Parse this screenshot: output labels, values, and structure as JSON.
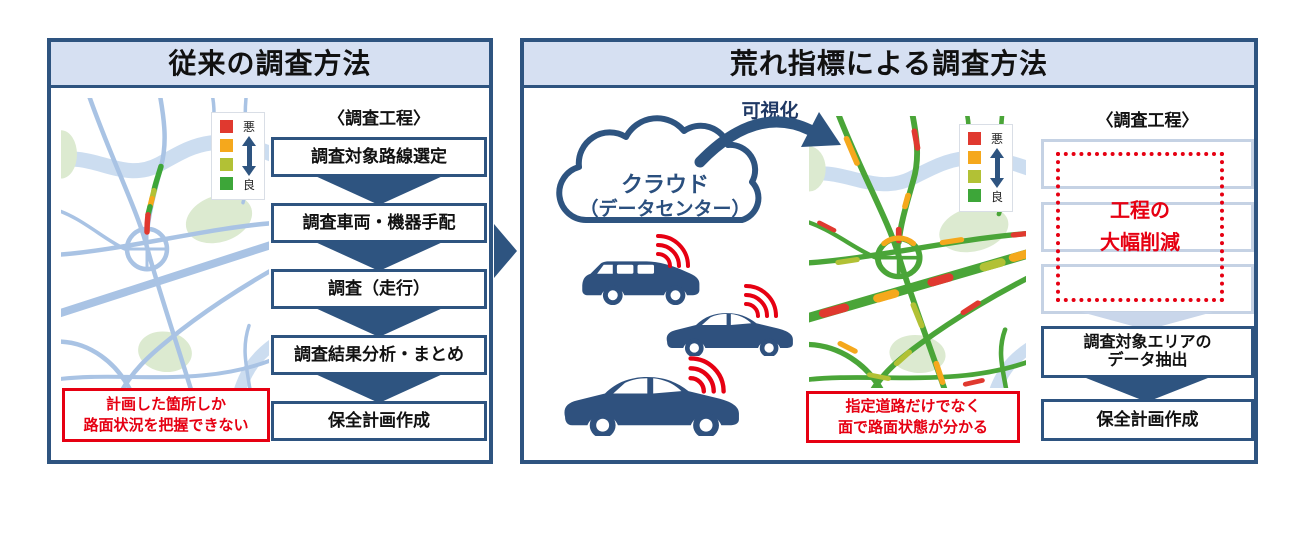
{
  "diagram": {
    "left": {
      "title": "従来の調査方法",
      "process_heading": "〈調査工程〉",
      "steps": [
        "調査対象路線選定",
        "調査車両・機器手配",
        "調査（走行）",
        "調査結果分析・まとめ",
        "保全計画作成"
      ],
      "note_line1": "計画した箇所しか",
      "note_line2": "路面状況を把握できない"
    },
    "right": {
      "title": "荒れ指標による調査方法",
      "visualization_label": "可視化",
      "cloud_line1": "クラウド",
      "cloud_line2": "（データセンター）",
      "process_heading": "〈調査工程〉",
      "reduction_line1": "工程の",
      "reduction_line2": "大幅削減",
      "step_extract_line1": "調査対象エリアの",
      "step_extract_line2": "データ抽出",
      "step_final": "保全計画作成",
      "note_line1": "指定道路だけでなく",
      "note_line2": "面で路面状態が分かる"
    },
    "legend": {
      "bad": "悪",
      "good": "良",
      "colors": [
        "#e0392f",
        "#f5a81c",
        "#b2c135",
        "#3da639"
      ]
    },
    "colors": {
      "navy": "#2e5480",
      "header_bg": "#d6e0f2",
      "red": "#e60012",
      "road_blue": "#a9c3e4",
      "river": "#ccddf0",
      "park": "#dcead0",
      "road_green": "#4aa538",
      "ghost_border": "#c5d2e4",
      "car_body": "#2f517e"
    }
  }
}
